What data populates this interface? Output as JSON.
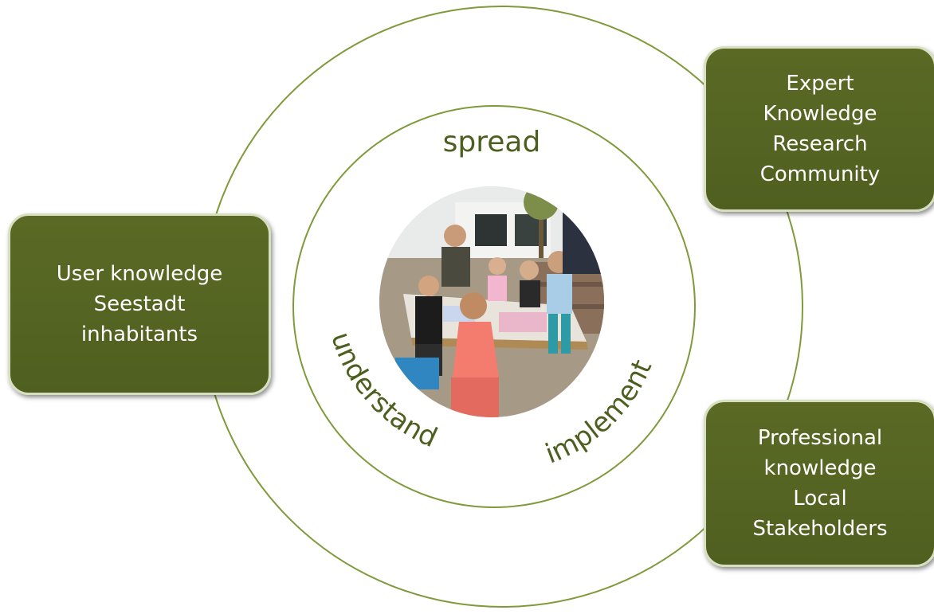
{
  "boxes": {
    "user": {
      "lines": [
        "User knowledge",
        "Seestadt",
        "inhabitants"
      ]
    },
    "expert": {
      "lines": [
        "Expert",
        "Knowledge",
        "Research",
        "Community"
      ]
    },
    "professional": {
      "lines": [
        "Professional",
        "knowledge",
        "Local",
        "Stakeholders"
      ]
    }
  },
  "cycle_words": {
    "top": "spread",
    "left": "understand",
    "right": "implement"
  },
  "colors": {
    "box_fill": "#546425",
    "ring_stroke": "#7f9a3a",
    "cycle_text": "#4c5f1e"
  },
  "photo": {
    "icon": "children-drawing-photo"
  }
}
